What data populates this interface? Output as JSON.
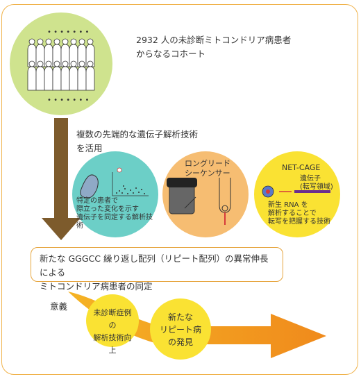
{
  "cohort": {
    "dots_top": "• • • • • • •",
    "dots_bottom": "• • • • • • •",
    "text": "2932 人の未診断ミトコンドリア病患者\nからなるコホート"
  },
  "step": {
    "text": "複数の先端的な遺伝子解析技術\nを活用"
  },
  "techniques": [
    {
      "label": "特定の患者で\n際立った変化を示す\n遺伝子を同定する解析技術"
    },
    {
      "title": "ロングリード\nシーケンサー"
    },
    {
      "title": "NET-CAGE",
      "gene_label": "遺伝子\n(転写領域)",
      "label": "新生 RNA を\n解析することで\n転写を把握する技術"
    }
  ],
  "result": {
    "text": "新たな GGGCC 繰り返し配列（リピート配列）の異常伸長による\nミトコンドリア病患者の同定"
  },
  "significance": {
    "label": "意義",
    "items": [
      "未診断症例の\n解析技術向上",
      "新たな\nリピート病\nの発見"
    ]
  },
  "colors": {
    "frame": "#f0b24a",
    "cohort_circle": "#cfe38e",
    "teal": "#6ccfc7",
    "orange": "#f6bd72",
    "yellow": "#fae233",
    "arrow_brown": "#7d5b2c",
    "arrow_orange": "#f39a1f"
  }
}
